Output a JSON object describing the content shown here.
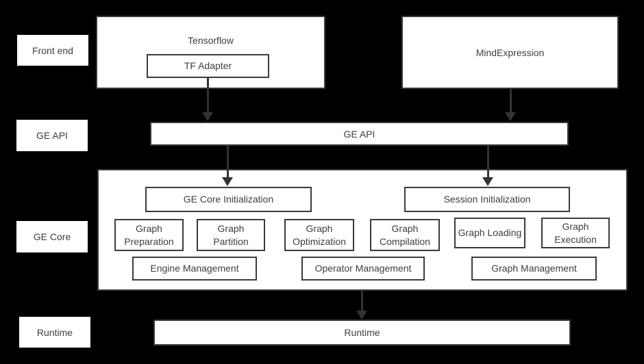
{
  "colors": {
    "background": "#000000",
    "box_fill": "#ffffff",
    "box_border": "#3a3a3a",
    "text": "#3d3d3d",
    "arrow": "#333333"
  },
  "row_labels": [
    {
      "label": "Front end"
    },
    {
      "label": "GE API"
    },
    {
      "label": "GE Core"
    },
    {
      "label": "Runtime"
    }
  ],
  "front_end": {
    "tensorflow": {
      "label": "Tensorflow",
      "adapter_label": "TF Adapter"
    },
    "mind_expression": {
      "label": "MindExpression"
    }
  },
  "ge_api": {
    "label": "GE API"
  },
  "ge_core": {
    "initialization": [
      {
        "label": "GE Core Initialization"
      },
      {
        "label": "Session Initialization"
      }
    ],
    "stages": [
      {
        "label": "Graph Preparation"
      },
      {
        "label": "Graph Partition"
      },
      {
        "label": "Graph Optimization"
      },
      {
        "label": "Graph Compilation"
      },
      {
        "label": "Graph Loading"
      },
      {
        "label": "Graph Execution"
      }
    ],
    "management": [
      {
        "label": "Engine Management"
      },
      {
        "label": "Operator Management"
      },
      {
        "label": "Graph Management"
      }
    ]
  },
  "runtime": {
    "label": "Runtime"
  }
}
